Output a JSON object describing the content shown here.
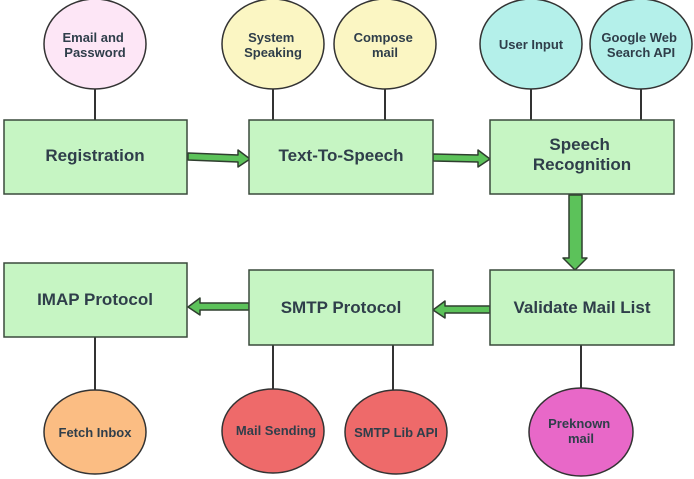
{
  "colors": {
    "box_fill": "#c6f5c3",
    "box_stroke": "#3a4a3c",
    "arrow_fill": "#5cc25a",
    "arrow_stroke": "#2f3e2f",
    "connector": "#333333",
    "text": "#2f3e4a"
  },
  "boxes": {
    "registration": "Registration",
    "tts": "Text-To-Speech",
    "speech_recognition": [
      "Speech",
      "Recognition"
    ],
    "imap": "IMAP Protocol",
    "smtp": "SMTP Protocol",
    "validate": "Validate Mail List"
  },
  "circles": {
    "email_password": {
      "lines": [
        "Email and",
        "Password"
      ],
      "color": "#fde6f6"
    },
    "system_speaking": {
      "lines": [
        "System",
        "Speaking"
      ],
      "color": "#fbf6c3"
    },
    "compose_mail": {
      "lines": [
        "Compose",
        "mail"
      ],
      "color": "#fbf6c3"
    },
    "user_input": {
      "lines": [
        "User Input"
      ],
      "color": "#b4f0ea"
    },
    "google_api": {
      "lines": [
        "Google Web",
        "Search API"
      ],
      "color": "#b4f0ea"
    },
    "fetch_inbox": {
      "lines": [
        "Fetch Inbox"
      ],
      "color": "#fbbd83"
    },
    "mail_sending": {
      "lines": [
        "Mail Sending"
      ],
      "color": "#ee6a6a"
    },
    "smtp_lib": {
      "lines": [
        "SMTP Lib API"
      ],
      "color": "#ee6a6a"
    },
    "preknown_mail": {
      "lines": [
        "Preknown",
        "mail"
      ],
      "color": "#e868c8"
    }
  }
}
